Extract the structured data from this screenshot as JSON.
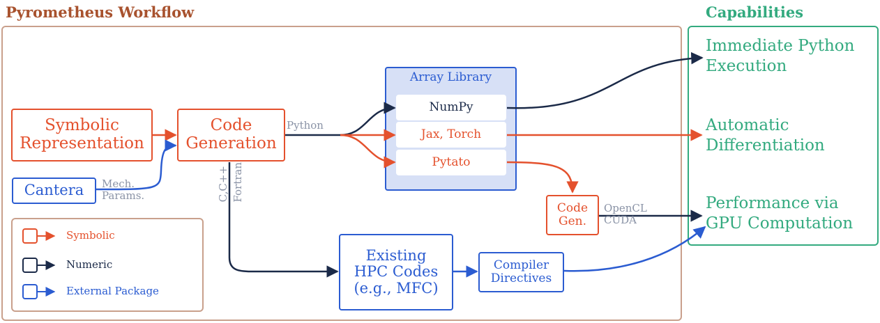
{
  "colors": {
    "symbolic": "#e4512d",
    "numeric": "#1b2a48",
    "external": "#2b5cd1",
    "capabilities": "#33aa7f",
    "workflow_title": "#a8522e",
    "workflow_frame": "#c9a08c",
    "annotation": "#8a93a6",
    "array_bg": "#d7e0f6"
  },
  "workflow": {
    "title": "Pyrometheus Workflow"
  },
  "capabilities": {
    "title": "Capabilities",
    "items": [
      "Immediate Python\nExecution",
      "Automatic\nDifferentiation",
      "Performance via\nGPU Computation"
    ]
  },
  "nodes": {
    "symbolic_representation": "Symbolic\nRepresentation",
    "code_generation": "Code\nGeneration",
    "cantera": "Cantera",
    "array_library": {
      "title": "Array Library",
      "items": [
        "NumPy",
        "Jax, Torch",
        "Pytato"
      ]
    },
    "code_gen": "Code\nGen.",
    "existing_hpc": "Existing\nHPC Codes\n(e.g., MFC)",
    "compiler_directives": "Compiler\nDirectives"
  },
  "edge_labels": {
    "python": "Python",
    "mech_params": "Mech.\nParams.",
    "c_cpp": "C,C++",
    "fortran": "Fortran",
    "opencl_cuda": "OpenCL\nCUDA"
  },
  "legend": {
    "items": [
      {
        "label": "Symbolic",
        "icon": "square-arrow-icon",
        "kind": "symbolic"
      },
      {
        "label": "Numeric",
        "icon": "square-arrow-icon",
        "kind": "numeric"
      },
      {
        "label": "External Package",
        "icon": "square-arrow-icon",
        "kind": "external"
      }
    ]
  }
}
